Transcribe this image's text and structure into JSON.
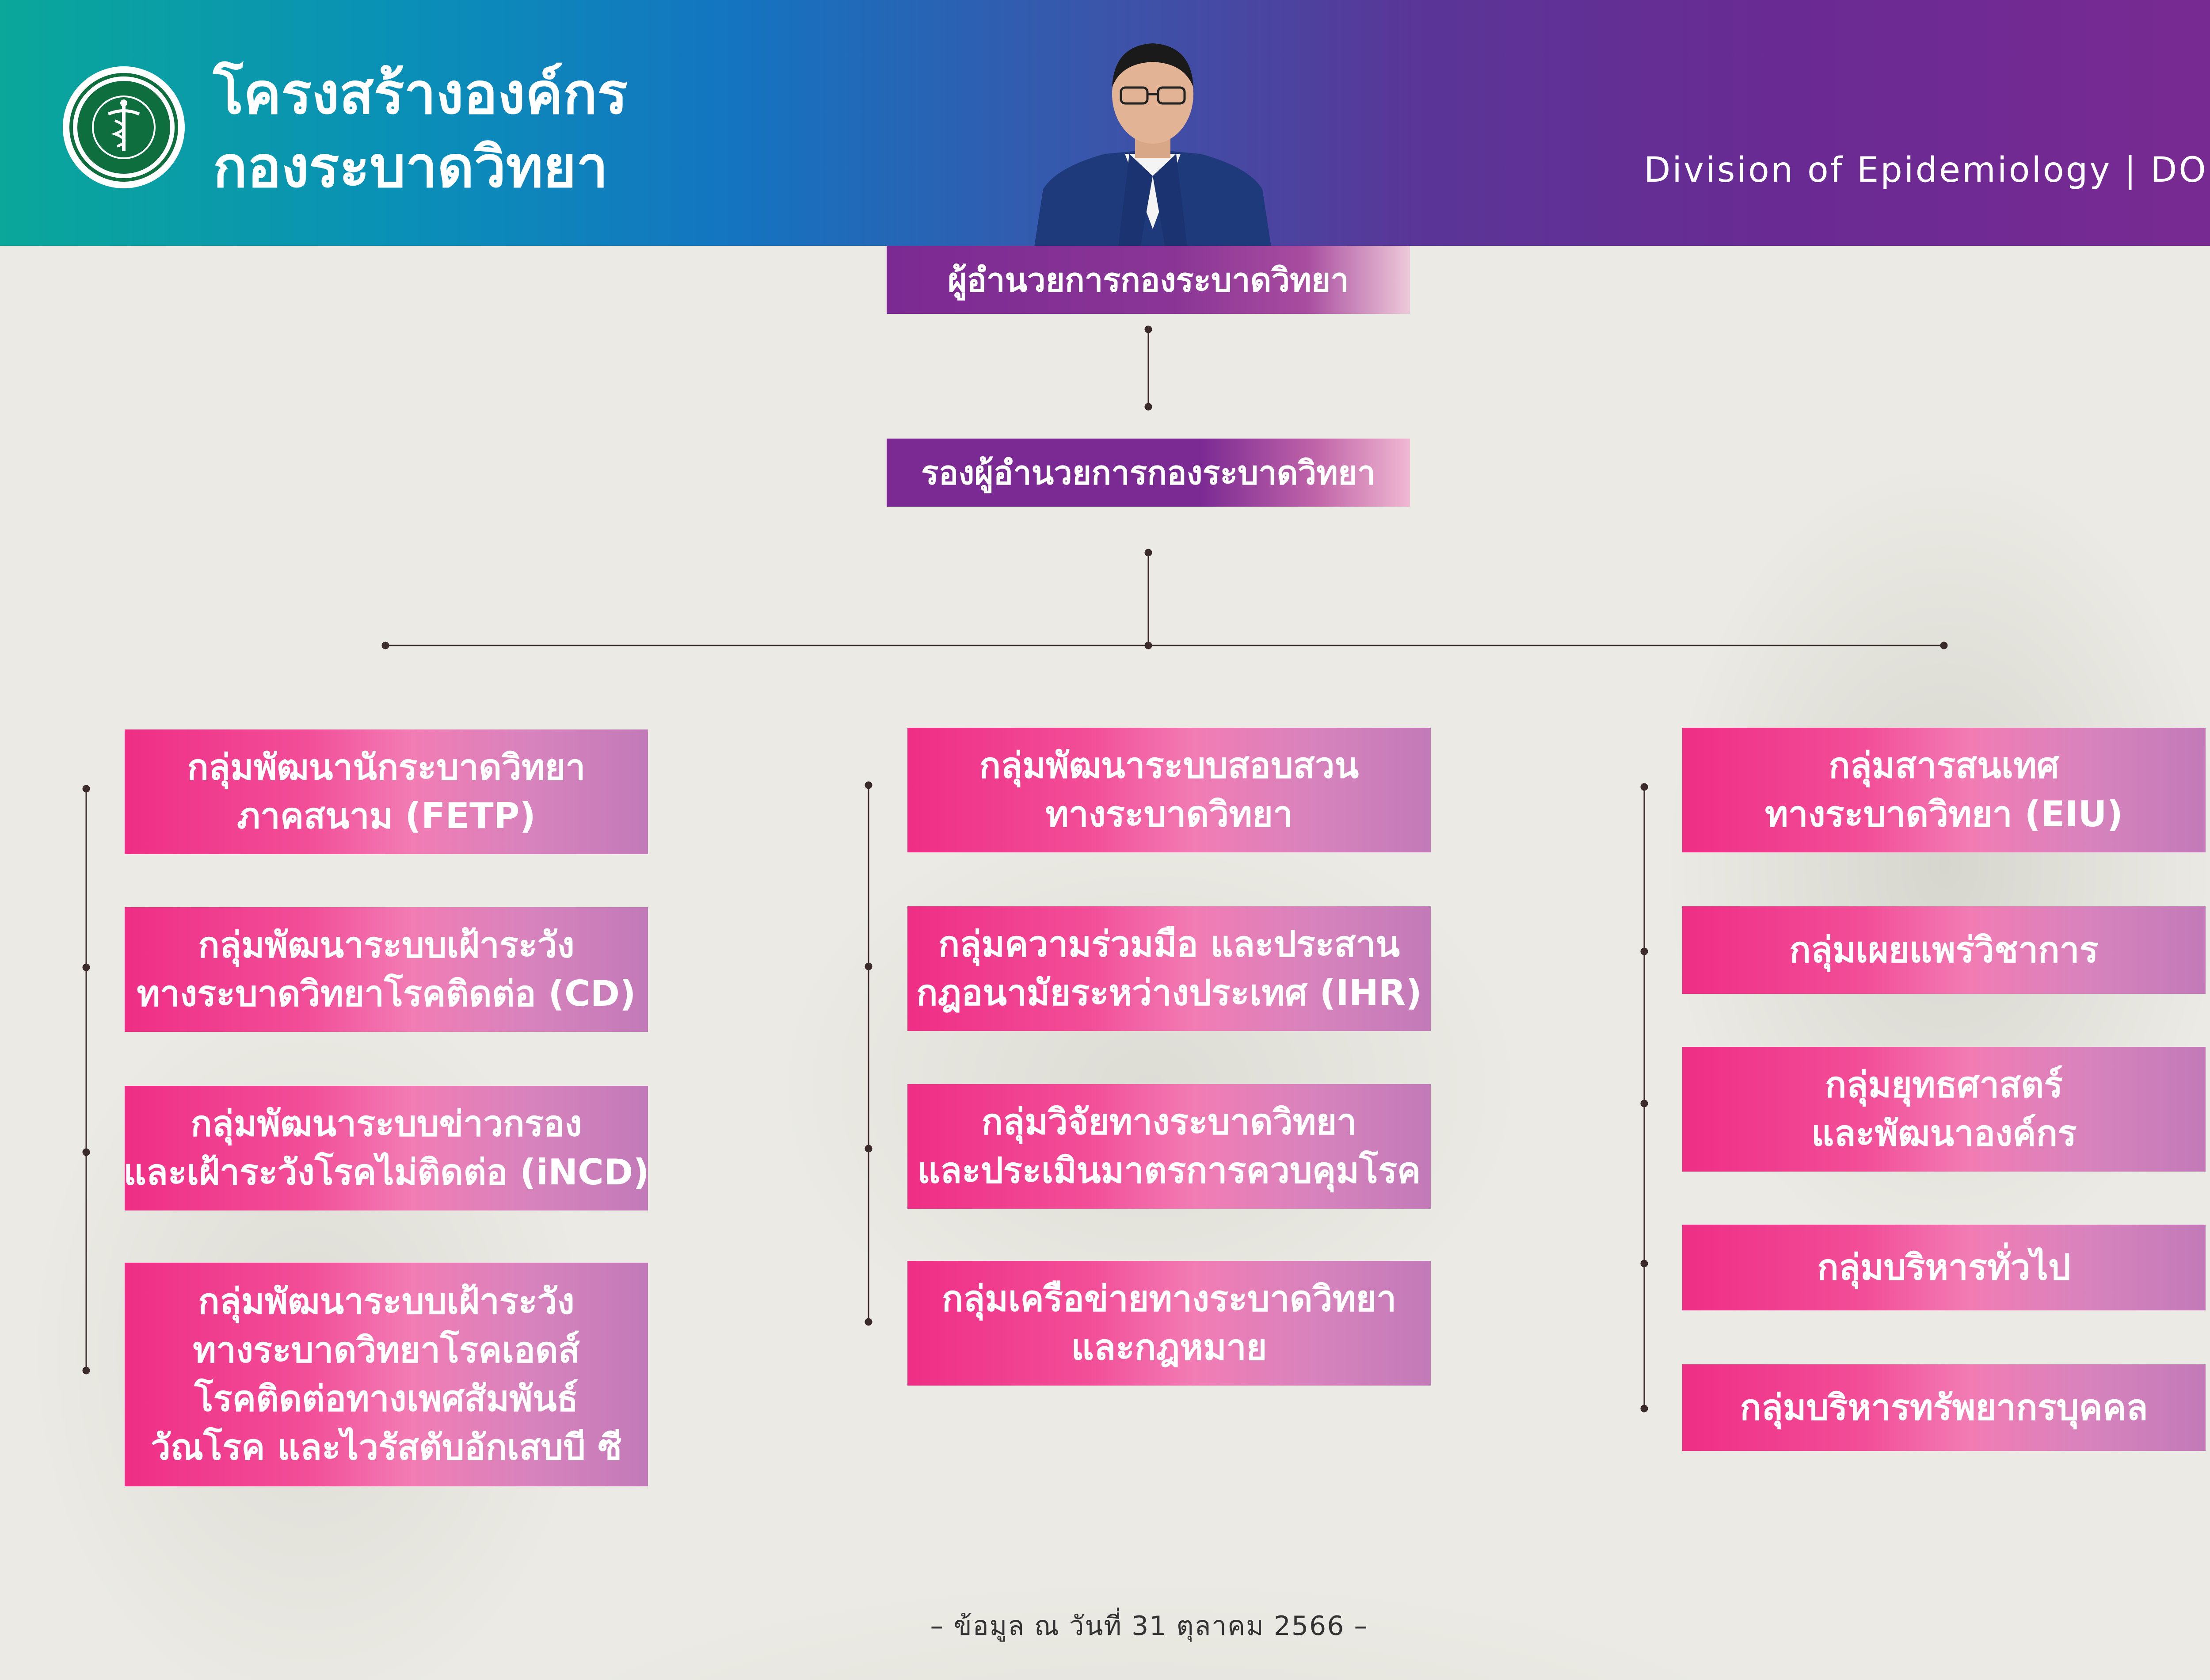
{
  "header": {
    "title_line1": "โครงสร้างองค์กร",
    "title_line2": "กองระบาดวิทยา",
    "subtitle": "Division of Epidemiology   |   DOE",
    "logo_icon": "ministry-of-public-health-seal-icon",
    "colors": {
      "gradient_start": "#0aa79a",
      "gradient_mid": "#1474c0",
      "gradient_end": "#7a2a92"
    }
  },
  "director": {
    "label": "ผู้อำนวยการกองระบาดวิทยา"
  },
  "deputy": {
    "label": "รองผู้อำนวยการกองระบาดวิทยา"
  },
  "columns": [
    {
      "groups": [
        {
          "lines": [
            "กลุ่มพัฒนานักระบาดวิทยา",
            "ภาคสนาม (FETP)"
          ]
        },
        {
          "lines": [
            "กลุ่มพัฒนาระบบเฝ้าระวัง",
            "ทางระบาดวิทยาโรคติดต่อ (CD)"
          ]
        },
        {
          "lines": [
            "กลุ่มพัฒนาระบบข่าวกรอง",
            "และเฝ้าระวังโรคไม่ติดต่อ (iNCD)"
          ]
        },
        {
          "lines": [
            "กลุ่มพัฒนาระบบเฝ้าระวัง",
            "ทางระบาดวิทยาโรคเอดส์",
            "โรคติดต่อทางเพศสัมพันธ์",
            "วัณโรค และไวรัสตับอักเสบบี ซี"
          ]
        }
      ]
    },
    {
      "groups": [
        {
          "lines": [
            "กลุ่มพัฒนาระบบสอบสวน",
            "ทางระบาดวิทยา"
          ]
        },
        {
          "lines": [
            "กลุ่มความร่วมมือ และประสาน",
            "กฎอนามัยระหว่างประเทศ (IHR)"
          ]
        },
        {
          "lines": [
            "กลุ่มวิจัยทางระบาดวิทยา",
            "และประเมินมาตรการควบคุมโรค"
          ]
        },
        {
          "lines": [
            "กลุ่มเครือข่ายทางระบาดวิทยา",
            "และกฎหมาย"
          ]
        }
      ]
    },
    {
      "groups": [
        {
          "lines": [
            "กลุ่มสารสนเทศ",
            "ทางระบาดวิทยา (EIU)"
          ]
        },
        {
          "lines": [
            "กลุ่มเผยแพร่วิชาการ"
          ]
        },
        {
          "lines": [
            "กลุ่มยุทธศาสตร์",
            "และพัฒนาองค์กร"
          ]
        },
        {
          "lines": [
            "กลุ่มบริหารทั่วไป"
          ]
        },
        {
          "lines": [
            "กลุ่มบริหารทรัพยากรบุคคล"
          ]
        }
      ]
    }
  ],
  "footer": {
    "note": "–    ข้อมูล ณ วันที่ 31 ตุลาคม 2566    –"
  }
}
